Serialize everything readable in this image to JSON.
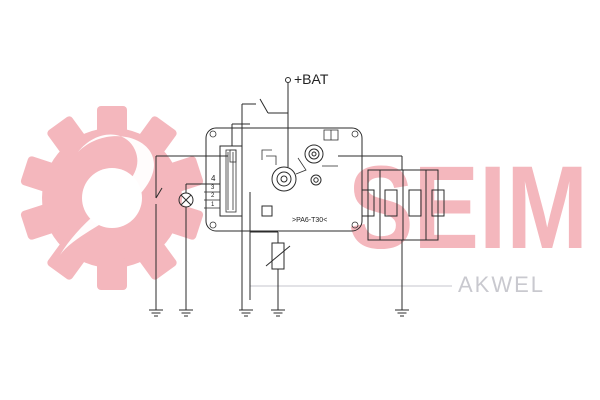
{
  "labels": {
    "battery": "+BAT",
    "module_marking": ">PA6-T30<",
    "pins": [
      "4",
      "3",
      "2",
      "1"
    ]
  },
  "brand": {
    "logo_text": "SEIM",
    "tagline": "AKWEL",
    "logo_color": "#f4b7bd",
    "tagline_color": "#c9c9cf"
  },
  "colors": {
    "line": "#2b2b2b"
  }
}
